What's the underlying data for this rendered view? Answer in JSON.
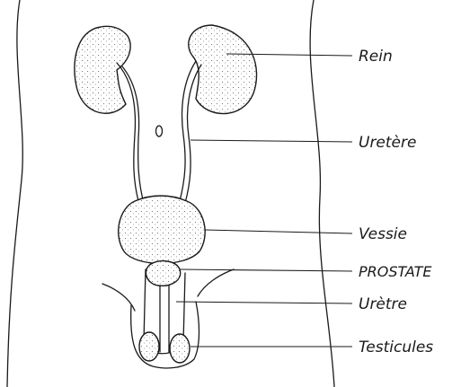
{
  "labels": {
    "rein": "Rein",
    "uretere": "Uretère",
    "vessie": "Vessie",
    "prostate": "PROSTATE",
    "uretre": "Urètre",
    "testicules": "Testicules"
  },
  "colors": {
    "ink": "#1a1a1a",
    "background": "#ffffff"
  }
}
